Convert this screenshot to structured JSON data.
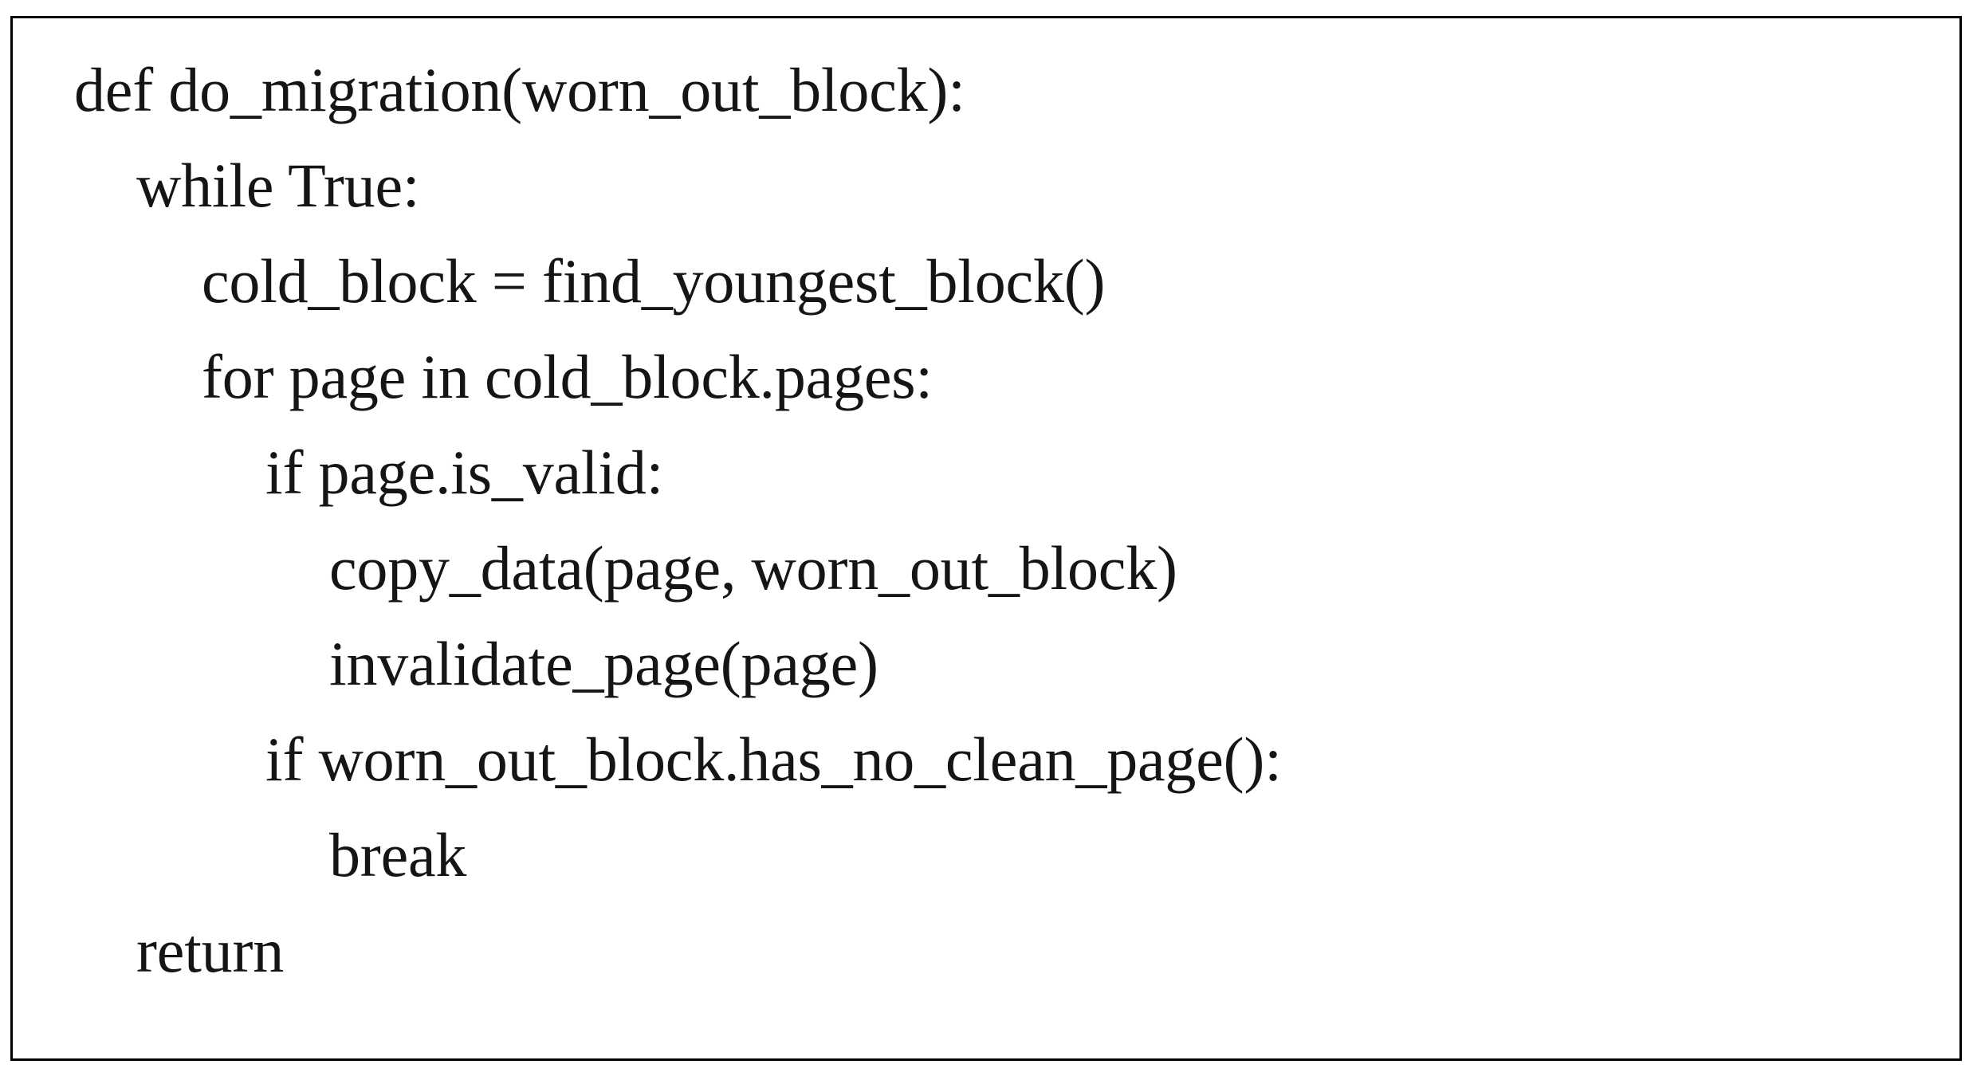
{
  "figure": {
    "kind": "code-listing",
    "border_color": "#000000",
    "background_color": "#ffffff",
    "text_color": "#151515",
    "language": "python"
  },
  "code": {
    "lines": [
      {
        "indent": 0,
        "text": "def do_migration(worn_out_block):"
      },
      {
        "indent": 1,
        "text": "while True:"
      },
      {
        "indent": 2,
        "text": "cold_block = find_youngest_block()"
      },
      {
        "indent": 2,
        "text": "for page in cold_block.pages:"
      },
      {
        "indent": 3,
        "text": "if page.is_valid:"
      },
      {
        "indent": 4,
        "text": "copy_data(page, worn_out_block)"
      },
      {
        "indent": 4,
        "text": "invalidate_page(page)"
      },
      {
        "indent": 3,
        "text": "if worn_out_block.has_no_clean_page():"
      },
      {
        "indent": 4,
        "text": "break"
      },
      {
        "indent": 1,
        "text": "return"
      }
    ]
  }
}
